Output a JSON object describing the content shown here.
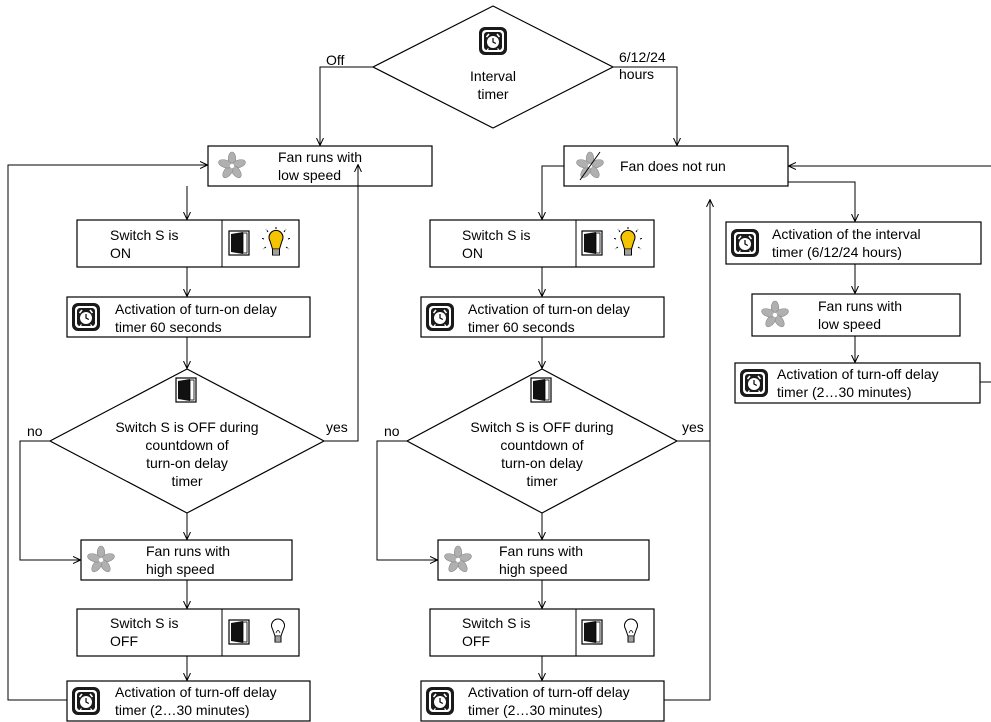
{
  "top": {
    "decision_label": [
      "Interval",
      "timer"
    ],
    "branch_off": "Off",
    "branch_on": [
      "6/12/24",
      "hours"
    ]
  },
  "left": {
    "start": [
      "Fan runs with",
      "low speed"
    ],
    "switch_on": [
      "Switch S is",
      "ON"
    ],
    "turn_on_timer": [
      "Activation of turn-on delay",
      "timer 60 seconds"
    ],
    "decision": [
      "Switch S is OFF during",
      "countdown of",
      "turn-on delay",
      "timer"
    ],
    "no": "no",
    "yes": "yes",
    "high_speed": [
      "Fan runs with",
      "high speed"
    ],
    "switch_off": [
      "Switch S is",
      "OFF"
    ],
    "turn_off_timer": [
      "Activation of turn-off delay",
      "timer (2…30 minutes)"
    ]
  },
  "middle": {
    "start": "Fan does not run",
    "switch_on": [
      "Switch S is",
      "ON"
    ],
    "turn_on_timer": [
      "Activation of turn-on delay",
      "timer 60 seconds"
    ],
    "decision": [
      "Switch S is OFF during",
      "countdown of",
      "turn-on delay",
      "timer"
    ],
    "no": "no",
    "yes": "yes",
    "high_speed": [
      "Fan runs with",
      "high speed"
    ],
    "switch_off": [
      "Switch S is",
      "OFF"
    ],
    "turn_off_timer": [
      "Activation of turn-off delay",
      "timer (2…30 minutes)"
    ]
  },
  "right": {
    "interval_activation": [
      "Activation of the interval",
      "timer (6/12/24 hours)"
    ],
    "low_speed": [
      "Fan runs with",
      "low speed"
    ],
    "turn_off_timer": [
      "Activation of turn-off delay",
      "timer (2…30 minutes)"
    ]
  },
  "icons": {
    "timer": "timer-clock-icon",
    "fan": "fan-icon",
    "fan_off": "fan-off-icon",
    "switch": "rocker-switch-icon",
    "bulb_on": "light-bulb-on-icon",
    "bulb_off": "light-bulb-off-icon"
  },
  "colors": {
    "line": "#000000",
    "fan": "#a8a8a8",
    "bulb_on": "#f5c400"
  }
}
